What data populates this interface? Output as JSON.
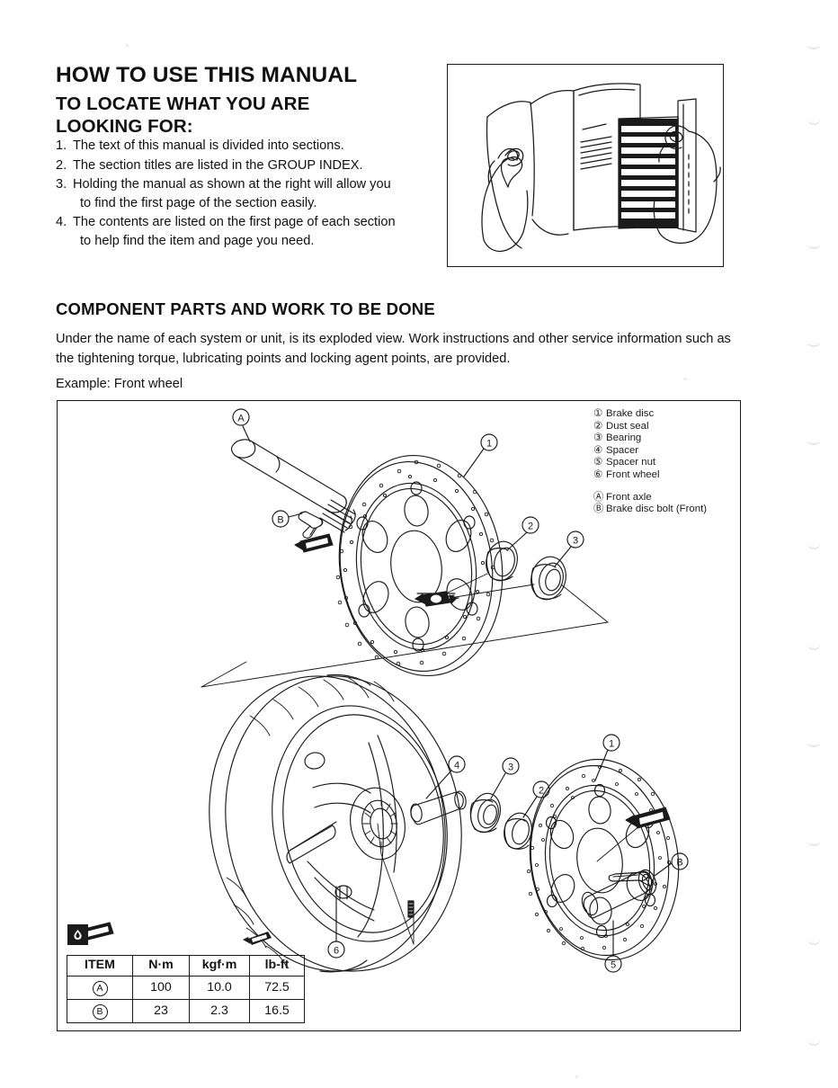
{
  "document": {
    "type": "service-manual-page",
    "title": "HOW TO USE THIS MANUAL"
  },
  "heading": {
    "main": "HOW TO USE THIS MANUAL",
    "sub_line1": "TO LOCATE WHAT YOU ARE",
    "sub_line2": "LOOKING FOR:"
  },
  "instructions": [
    {
      "num": "1.",
      "text": "The text of this manual is divided into sections.",
      "cont": ""
    },
    {
      "num": "2.",
      "text": "The section titles are listed in the GROUP INDEX.",
      "cont": ""
    },
    {
      "num": "3.",
      "text": "Holding the manual as shown at the right will allow you",
      "cont": "to find the first page of the section easily."
    },
    {
      "num": "4.",
      "text": "The contents are listed on the first page of each section",
      "cont": "to help find the item and page you need."
    }
  ],
  "component_section": {
    "heading": "COMPONENT PARTS AND WORK TO BE DONE",
    "paragraph": "Under the name of each system or unit, is its exploded view. Work instructions and other service information such as the tightening torque, lubricating points and locking agent points, are provided.",
    "example": "Example: Front wheel"
  },
  "legend": {
    "numbered": [
      {
        "mark": "①",
        "label": "Brake disc"
      },
      {
        "mark": "②",
        "label": "Dust seal"
      },
      {
        "mark": "③",
        "label": "Bearing"
      },
      {
        "mark": "④",
        "label": "Spacer"
      },
      {
        "mark": "⑤",
        "label": "Spacer nut"
      },
      {
        "mark": "⑥",
        "label": "Front wheel"
      }
    ],
    "lettered": [
      {
        "mark": "Ⓐ",
        "label": "Front axle"
      },
      {
        "mark": "Ⓑ",
        "label": "Brake disc bolt (Front)"
      }
    ]
  },
  "callouts": {
    "upper": [
      "Ⓐ",
      "Ⓑ",
      "①",
      "②",
      "③"
    ],
    "lower": [
      "①",
      "②",
      "③",
      "④",
      "⑤",
      "⑥",
      "Ⓑ"
    ]
  },
  "torque_table": {
    "headers": [
      "ITEM",
      "N·m",
      "kgf·m",
      "lb-ft"
    ],
    "rows": [
      {
        "item": "A",
        "nm": "100",
        "kgfm": "10.0",
        "lbft": "72.5"
      },
      {
        "item": "B",
        "nm": "23",
        "kgfm": "2.3",
        "lbft": "16.5"
      }
    ]
  },
  "symbols": {
    "oil_icon": "lubrication-oil-icon",
    "lock_tag": "thread-locking-agent-icon"
  },
  "colors": {
    "ink": "#111111",
    "paper": "#fefefe",
    "rule": "#1a1a1a"
  }
}
